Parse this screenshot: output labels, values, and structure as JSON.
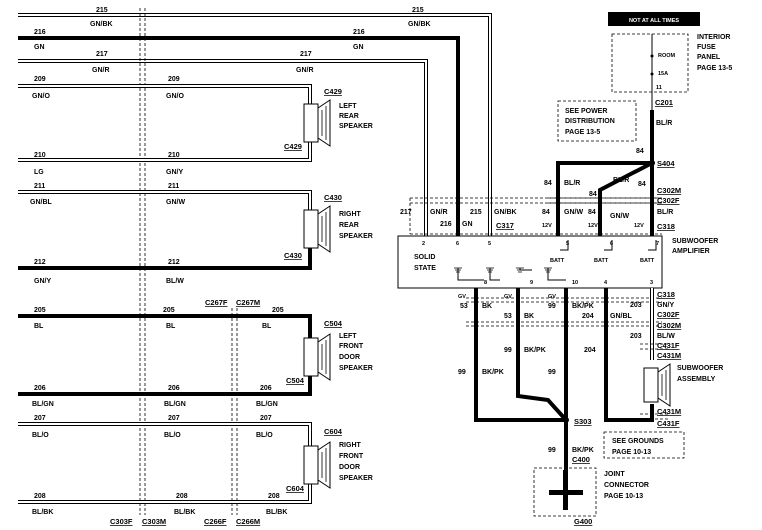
{
  "top_badge": "NOT AT ALL TIMES",
  "fuse_panel": {
    "label_lines": [
      "INTERIOR",
      "FUSE",
      "PANEL",
      "PAGE 13-5"
    ],
    "room": "ROOM",
    "fuse": "15A",
    "pin": "11",
    "connector": "C201"
  },
  "power_ref": {
    "lines": [
      "SEE POWER",
      "DISTRIBUTION",
      "PAGE 13-5"
    ]
  },
  "left_wires": [
    {
      "num": "215",
      "color": "GN/BK"
    },
    {
      "num": "216",
      "color": "GN"
    },
    {
      "num": "217",
      "color": "GN/R"
    },
    {
      "num": "209",
      "color": "GN/O"
    },
    {
      "num": "210",
      "color": "LG"
    },
    {
      "num": "211",
      "color": "GN/BL"
    },
    {
      "num": "212",
      "color": "GN/Y"
    },
    {
      "num": "205",
      "color": "BL"
    },
    {
      "num": "206",
      "color": "BL/GN"
    },
    {
      "num": "207",
      "color": "BL/O"
    },
    {
      "num": "208",
      "color": "BL/BK"
    }
  ],
  "mid_wires": [
    {
      "num": "209",
      "color": "GN/O"
    },
    {
      "num": "210",
      "color": "GN/Y"
    },
    {
      "num": "211",
      "color": "GN/W"
    },
    {
      "num": "212",
      "color": "BL/W"
    },
    {
      "num": "205",
      "color": "BL"
    },
    {
      "num": "206",
      "color": "BL/GN"
    },
    {
      "num": "207",
      "color": "BL/O"
    },
    {
      "num": "208",
      "color": "BL/BK"
    }
  ],
  "speakers": [
    {
      "lines": [
        "LEFT",
        "REAR",
        "SPEAKER"
      ],
      "c_top": "C429",
      "c_bot": "C429"
    },
    {
      "lines": [
        "RIGHT",
        "REAR",
        "SPEAKER"
      ],
      "c_top": "C430",
      "c_bot": "C430"
    },
    {
      "lines": [
        "LEFT",
        "FRONT",
        "DOOR",
        "SPEAKER"
      ],
      "c_top": "C504",
      "c_bot": "C504"
    },
    {
      "lines": [
        "RIGHT",
        "FRONT",
        "DOOR",
        "SPEAKER"
      ],
      "c_top": "C604",
      "c_bot": "C604"
    }
  ],
  "connectors": {
    "c267": [
      "C267F",
      "C267M"
    ],
    "c303": [
      "C303F",
      "C303M"
    ],
    "c266": [
      "C266F",
      "C266M"
    ],
    "c317": "C317",
    "s404": "S404",
    "c302m_top": "C302M",
    "c302f_top": "C302F",
    "c318_top": "C318",
    "c318_bot": "C318",
    "c302f_bot": "C302F",
    "c302m_bot": "C302M",
    "c431f_top": "C431F",
    "c431m_top": "C431M",
    "c431m_bot": "C431M",
    "c431f_bot": "C431F",
    "s303": "S303",
    "c400": "C400",
    "g400": "G400"
  },
  "amp": {
    "name_lines": [
      "SUBWOOFER",
      "AMPLIFIER"
    ],
    "state_lines": [
      "SOLID",
      "STATE"
    ],
    "batt": "BATT",
    "top_pins": [
      "2",
      "6",
      "5",
      "5",
      "6",
      "7"
    ],
    "bottom_pins": [
      "8",
      "9",
      "10",
      "4",
      "3"
    ],
    "input_wires": [
      {
        "num": "217",
        "color": "GN/R"
      },
      {
        "num": "216",
        "color": "GN"
      },
      {
        "num": "215",
        "color": "GN/BK"
      },
      {
        "num": "84",
        "color": "GN/W"
      },
      {
        "num": "84",
        "color": "GN/W"
      }
    ],
    "v12": "12V"
  },
  "power_wires": {
    "s404_wire": {
      "num": "84",
      "color": "BL/R"
    },
    "branch_left": {
      "num": "84",
      "color": "BL/R"
    },
    "branch_mid": {
      "num": "84",
      "color": "BL/R"
    },
    "branch_right": {
      "num": "84",
      "color": "BL/R"
    }
  },
  "output_wires": {
    "w53a": {
      "num": "53",
      "color": "BK"
    },
    "w53b": {
      "num": "53",
      "color": "BK"
    },
    "w99a": {
      "num": "99",
      "color": "BK/PK"
    },
    "w99b": {
      "num": "99",
      "color": "BK/PK"
    },
    "w99c": {
      "num": "99",
      "color": "BK/PK"
    },
    "w204a": {
      "num": "204",
      "color": "GN/BL"
    },
    "w204b": {
      "num": "204",
      "color": "BK/PK"
    },
    "w203a": {
      "num": "203",
      "color": "GN/Y"
    },
    "w203b": {
      "num": "203",
      "color": "BL/W"
    },
    "w99c400": {
      "num": "99",
      "color": "BK/PK"
    },
    "c400_color": "BK/PK",
    "gv": "GV"
  },
  "subwoofer": {
    "lines": [
      "SUBWOOFER",
      "ASSEMBLY"
    ]
  },
  "grounds_ref": {
    "lines": [
      "SEE GROUNDS",
      "PAGE 10-13"
    ]
  },
  "joint": {
    "lines": [
      "JOINT",
      "CONNECTOR",
      "PAGE 10-13"
    ]
  }
}
